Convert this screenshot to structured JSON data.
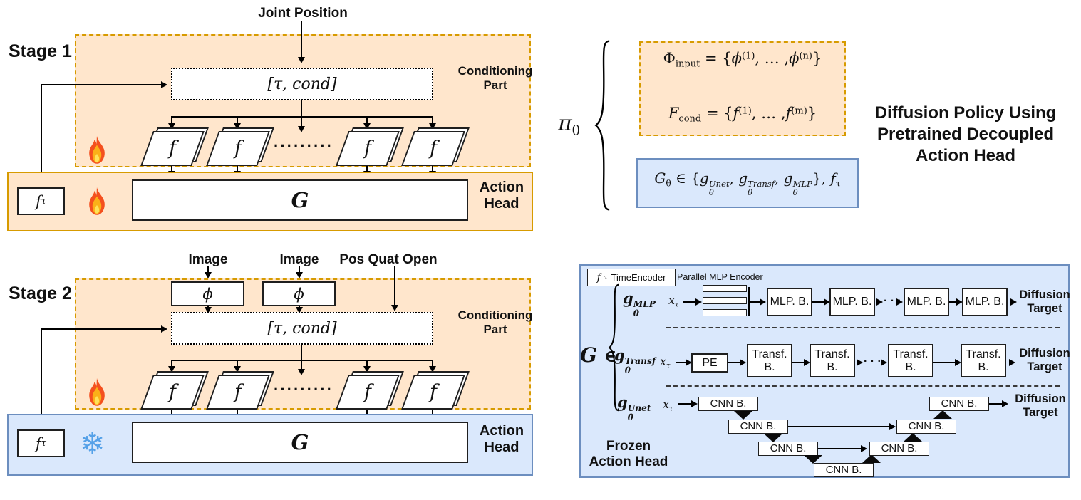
{
  "sym": {
    "f": "f",
    "G": "G",
    "phi": "ϕ",
    "tau_cond": "[τ, cond]",
    "dots9": "·········",
    "f_tau": {
      "base": "f",
      "sub": "τ"
    }
  },
  "labels": {
    "stage1": "Stage 1",
    "stage2": "Stage 2",
    "joint_position": "Joint Position",
    "image": "Image",
    "pos_quat_open": "Pos Quat Open",
    "conditioning_1": "Conditioning",
    "conditioning_2": "Part",
    "action_1": "Action",
    "action_2": "Head"
  },
  "title": {
    "line1": "Diffusion Policy Using",
    "line2": "Pretrained Decoupled",
    "line3": "Action Head"
  },
  "formulas": {
    "pi": {
      "base": "π",
      "sub": "θ"
    },
    "phi_input": {
      "lhs": "Φ",
      "lhs_sub": "input",
      "eq": " = {",
      "e1": "ϕ",
      "e1_sup": "(1)",
      "dots": ", … ,",
      "e2": "ϕ",
      "e2_sup": "(n)",
      "close": "}"
    },
    "f_cond": {
      "lhs": "F",
      "lhs_sub": "cond",
      "eq": " = {",
      "e1": "f",
      "e1_sup": "(1)",
      "dots": ", … ,",
      "e2": "f",
      "e2_sup": "(m)",
      "close": "}"
    },
    "g_theta": {
      "lhs": "G",
      "lhs_sub": "θ",
      "in": " ∈ {",
      "g": "g",
      "sup_unet": "Unet",
      "sup_transf": "Transf",
      "sup_mlp": "MLP",
      "sub": "θ",
      "comma": ", ",
      "close": "}, ",
      "f": "f",
      "f_sub": "τ"
    }
  },
  "panel": {
    "te_f": {
      "base": "f",
      "sub": "τ"
    },
    "time_encoder": "TimeEncoder",
    "parallel_mlp_encoder": "Parallel MLP Encoder",
    "g_mlp": {
      "base": "g",
      "sub": "θ",
      "sup": "MLP"
    },
    "g_transf": {
      "base": "g",
      "sub": "θ",
      "sup": "Transf"
    },
    "g_unet": {
      "base": "g",
      "sub": "θ",
      "sup": "Unet"
    },
    "x_tau": {
      "base": "x",
      "sub": "τ"
    },
    "mlp_block": "MLP. B.",
    "pe": "PE",
    "transf_1": "Transf.",
    "transf_2": "B.",
    "cnn_block": "CNN B.",
    "dots3": "· · ·",
    "diffusion": "Diffusion",
    "target": "Target",
    "g_in_g": "G",
    "g_in_op": "∈",
    "frozen_1": "Frozen",
    "frozen_2": "Action Head"
  },
  "colors": {
    "orange_fill": "#FFE6CC",
    "orange_border": "#D79B00",
    "blue_fill": "#DAE8FC",
    "blue_border": "#6C8EBF",
    "flame_orange": "#F4501E",
    "flame_yellow": "#FBB018",
    "snowflake_blue": "#55A1E8"
  }
}
